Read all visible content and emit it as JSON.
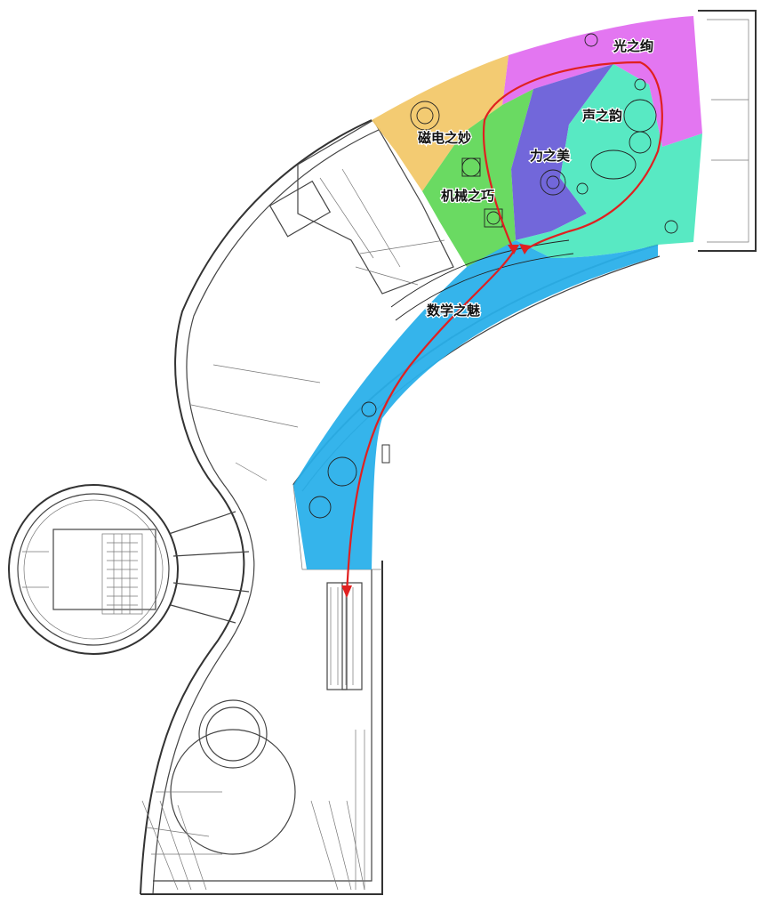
{
  "zones": [
    {
      "id": "light",
      "label": "光之绚",
      "color": "#e26ff0"
    },
    {
      "id": "magnetism",
      "label": "磁电之妙",
      "color": "#f2c86a"
    },
    {
      "id": "mechanics",
      "label": "机械之巧",
      "color": "#62d85a"
    },
    {
      "id": "force",
      "label": "力之美",
      "color": "#6a5fd8"
    },
    {
      "id": "sound",
      "label": "声之韵",
      "color": "#4fe8c0"
    },
    {
      "id": "math",
      "label": "数学之魅",
      "color": "#2ab0ea"
    }
  ],
  "route_color": "#e02020"
}
